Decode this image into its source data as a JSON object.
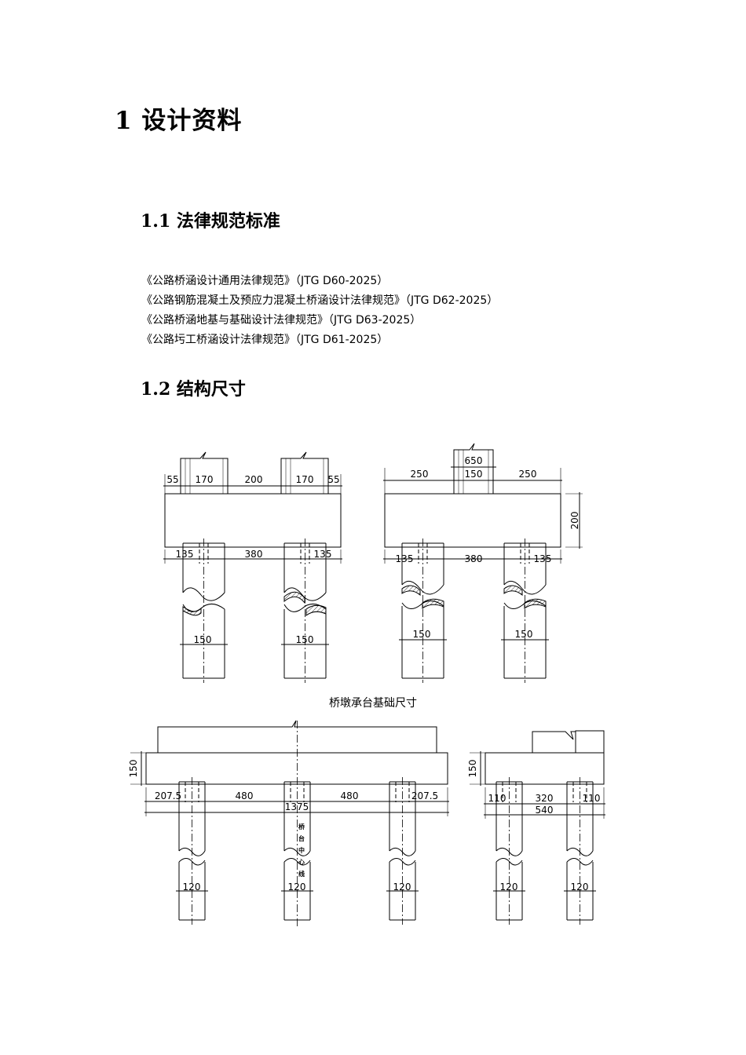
{
  "heading1": "1  设计资料",
  "section_regs": {
    "title": "1.1  法律规范标准"
  },
  "regulations": [
    "《公路桥涵设计通用法律规范》（JTG D60-2025）",
    "《公路钢筋混凝土及预应力混凝土桥涵设计法律规范》（JTG D62-2025）",
    "《公路桥涵地基与基础设计法律规范》（JTG D63-2025）",
    "《公路圬工桥涵设计法律规范》（JTG D61-2025）"
  ],
  "section_struct": {
    "title": "1.2  结构尺寸"
  },
  "figure1": {
    "caption": "桥墩承台基础尺寸",
    "front": {
      "d55a": "55",
      "d170a": "170",
      "d200": "200",
      "d170b": "170",
      "d55b": "55",
      "d135a": "135",
      "d380": "380",
      "d135b": "135",
      "pile1": "150",
      "pile2": "150"
    },
    "side": {
      "d650": "650",
      "d250a": "250",
      "d150": "150",
      "d250b": "250",
      "h200": "200",
      "d135a": "135",
      "d380": "380",
      "d135b": "135",
      "pile1": "150",
      "pile2": "150"
    }
  },
  "figure2": {
    "front": {
      "h150": "150",
      "d2075a": "207.5",
      "d480a": "480",
      "d480b": "480",
      "d2075b": "207.5",
      "d1375": "1375",
      "center_label": [
        "桥",
        "台",
        "中",
        "心",
        "线"
      ],
      "pile1": "120",
      "pile2": "120",
      "pile3": "120"
    },
    "side": {
      "h150": "150",
      "d110a": "110",
      "d320": "320",
      "d110b": "110",
      "d540": "540",
      "pile1": "120",
      "pile2": "120"
    }
  }
}
